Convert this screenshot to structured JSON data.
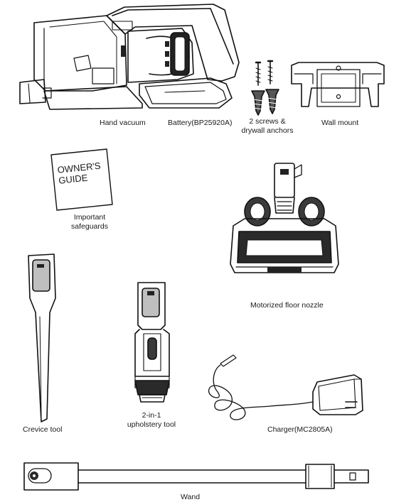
{
  "parts": {
    "hand_vacuum": "Hand vacuum",
    "battery": "Battery(BP25920A)",
    "screws_line1": "2 screws &",
    "screws_line2": "drywall anchors",
    "wall_mount": "Wall mount",
    "guide_line1": "Important",
    "guide_line2": "safeguards",
    "floor_nozzle": "Motorized floor nozzle",
    "crevice_tool": "Crevice tool",
    "upholstery_line1": "2-in-1",
    "upholstery_line2": "upholstery tool",
    "charger": "Charger(MC2805A)",
    "wand": "Wand"
  },
  "owners_guide": {
    "line1": "OWNER'S",
    "line2": "GUIDE"
  }
}
